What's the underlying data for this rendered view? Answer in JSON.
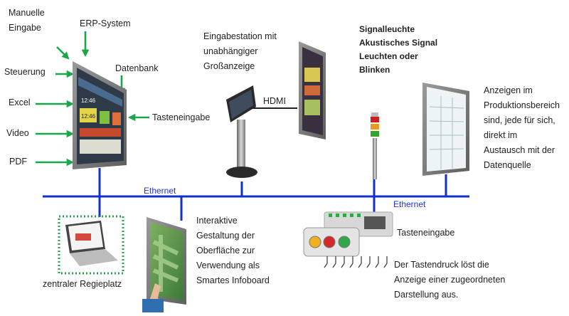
{
  "inputs": {
    "manual": "Manuelle\nEingabe",
    "erp": "ERP-System",
    "control": "Steuerung",
    "excel": "Excel",
    "video": "Video",
    "pdf": "PDF",
    "database": "Datenbank",
    "key_input": "Tasteneingabe"
  },
  "station": {
    "label": "Eingabestation mit\nunabhängiger\nGroßanzeige",
    "hdmi": "HDMI"
  },
  "signal": {
    "label": "Signalleuchte\nAkustisches Signal\nLeuchten oder\nBlinken"
  },
  "production": {
    "label": "Anzeigen im\nProduktionsbereich\nsind, jede für sich,\ndirekt im\nAustausch mit der\nDatenquelle"
  },
  "network": {
    "ethernet_left": "Ethernet",
    "ethernet_right": "Ethernet"
  },
  "control_room": {
    "label": "zentraler Regieplatz"
  },
  "interactive": {
    "label": "Interaktive\nGestaltung der\nOberfläche zur\nVerwendung als\nSmartes Infoboard"
  },
  "keypad": {
    "title": "Tasteneingabe",
    "description": "Der Tastendruck löst die\nAnzeige einer zugeordneten\nDarstellung aus."
  },
  "screen": {
    "time1": "12:46",
    "time2": "12:46"
  },
  "colors": {
    "arrow": "#1aa64a",
    "network": "#1530c8",
    "frame": "#7a7a7a"
  }
}
